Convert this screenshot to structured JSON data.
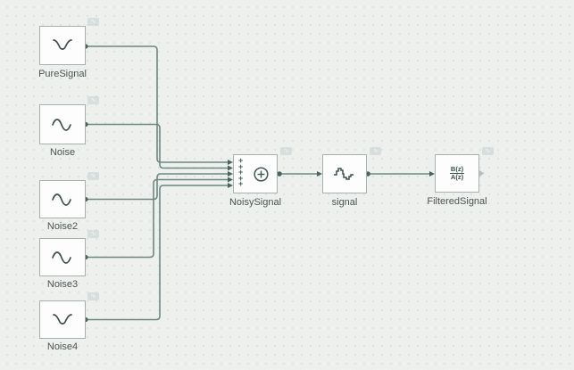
{
  "canvas": {
    "background_color": "#eef0ee",
    "wire_color": "#6d8782",
    "port_color": "#4a655f",
    "block_border_color": "#a6b1ae",
    "block_fill_color": "#fcfdfc"
  },
  "icons": {
    "badge_wave_glyph": "∿"
  },
  "blocks": [
    {
      "id": "pure-signal",
      "label": "PureSignal",
      "icon": "v-wave-icon"
    },
    {
      "id": "noise",
      "label": "Noise",
      "icon": "sine-wave-icon"
    },
    {
      "id": "noise2",
      "label": "Noise2",
      "icon": "sine-wave-icon"
    },
    {
      "id": "noise3",
      "label": "Noise3",
      "icon": "sine-wave-icon"
    },
    {
      "id": "noise4",
      "label": "Noise4",
      "icon": "v-wave-icon"
    },
    {
      "id": "noisy-signal",
      "label": "NoisySignal",
      "icon": "sum-plus-icon",
      "sum_sign": "+",
      "num_inputs": 5
    },
    {
      "id": "signal",
      "label": "signal",
      "icon": "noisy-wave-icon"
    },
    {
      "id": "filtered-signal",
      "label": "FilteredSignal",
      "icon": "transfer-function-icon",
      "numerator": "B(z)",
      "denominator": "A(z)"
    }
  ],
  "connections": [
    {
      "from": "PureSignal",
      "to": "NoisySignal"
    },
    {
      "from": "Noise",
      "to": "NoisySignal"
    },
    {
      "from": "Noise2",
      "to": "NoisySignal"
    },
    {
      "from": "Noise3",
      "to": "NoisySignal"
    },
    {
      "from": "Noise4",
      "to": "NoisySignal"
    },
    {
      "from": "NoisySignal",
      "to": "signal"
    },
    {
      "from": "signal",
      "to": "FilteredSignal"
    }
  ]
}
